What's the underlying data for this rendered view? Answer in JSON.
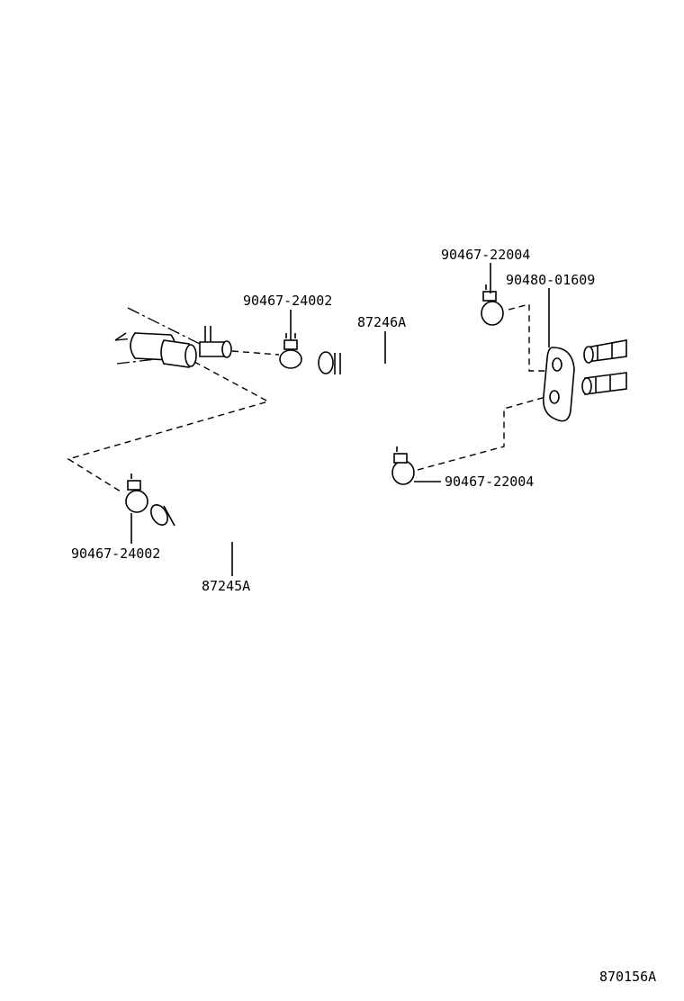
{
  "diagram": {
    "callouts": {
      "clamp_top_left": "90467-24002",
      "hose_upper": "87246A",
      "clamp_top_right": "90467-22004",
      "plate": "90480-01609",
      "clamp_mid_right": "90467-22004",
      "clamp_bottom_left": "90467-24002",
      "hose_lower": "87245A"
    },
    "figure_code": "870156A"
  }
}
